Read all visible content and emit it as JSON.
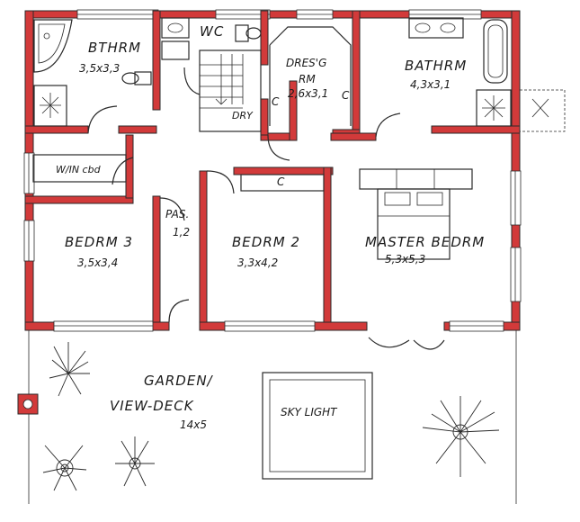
{
  "rooms": {
    "bathroom1": {
      "name": "BTHRM",
      "dims": "3,5x3,3"
    },
    "wc": {
      "name": "WC"
    },
    "dressing": {
      "name": "DRES'G",
      "name2": "RM",
      "dims": "2,6x3,1"
    },
    "bathroom2": {
      "name": "BATHRM",
      "dims": "4,3x3,1"
    },
    "dry": {
      "name": "DRY"
    },
    "cupboard": {
      "name": "W/IN cbd"
    },
    "passage": {
      "name": "PAS.",
      "dims": "1,2"
    },
    "bedroom3": {
      "name": "BEDRM 3",
      "dims": "3,5x3,4"
    },
    "bedroom2": {
      "name": "BEDRM 2",
      "dims": "3,3x4,2"
    },
    "master": {
      "name": "MASTER BEDRM",
      "dims": "5,3x5,3"
    },
    "garden": {
      "name": "GARDEN/",
      "name2": "VIEW-DECK",
      "dims": "14x5"
    },
    "skylight": {
      "name": "SKY LIGHT"
    }
  },
  "closet_marks": {
    "c1": "C",
    "c2": "C",
    "c3": "C"
  }
}
